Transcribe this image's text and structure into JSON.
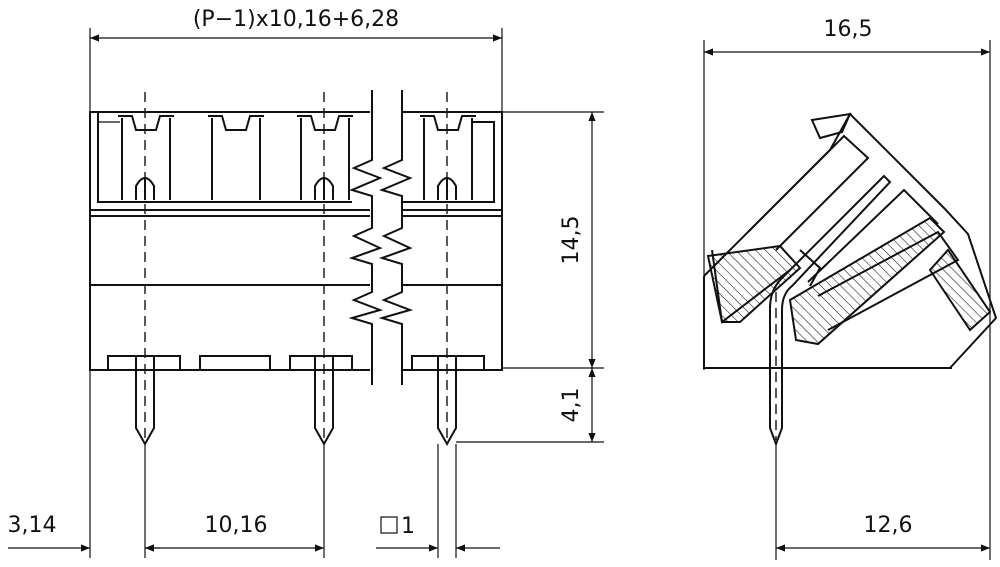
{
  "dimensions": {
    "overall_width": "(P−1)x10,16+6,28",
    "height_body": "14,5",
    "pin_length": "4,1",
    "edge_offset": "3,14",
    "pitch": "10,16",
    "pin_square": "1",
    "side_width": "16,5",
    "side_base": "12,6"
  },
  "colors": {
    "line": "#111111",
    "background": "#ffffff"
  }
}
